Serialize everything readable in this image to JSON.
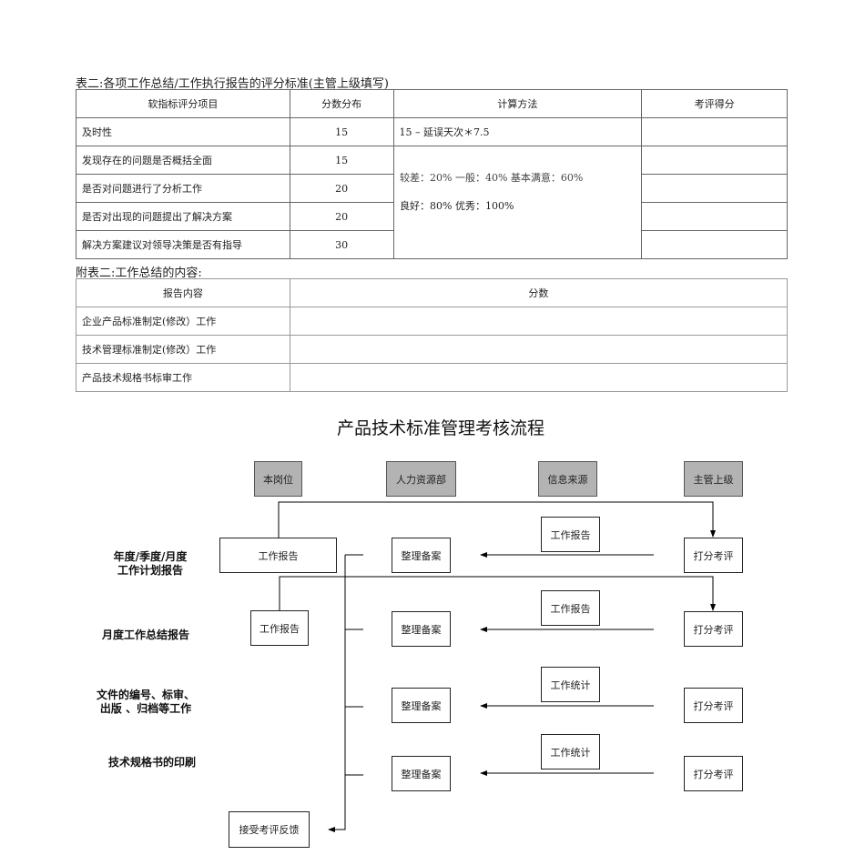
{
  "table1": {
    "caption": "表二:各项工作总结/工作执行报告的评分标准(主管上级填写)",
    "headers": [
      "软指标评分项目",
      "分数分布",
      "计算方法",
      "考评得分"
    ],
    "rows": [
      [
        "及时性",
        "15",
        "15 – 延误天次＊7.5",
        ""
      ],
      [
        "发现存在的问题是否概括全面",
        "15",
        "",
        ""
      ],
      [
        "是否对问题进行了分析工作",
        "20",
        "",
        ""
      ],
      [
        "是否对出现的问题提出了解决方案",
        "20",
        "",
        ""
      ],
      [
        "解决方案建议对领导决策是否有指导",
        "30",
        "",
        ""
      ]
    ],
    "method_line1": "较差：20%  一般：40%  基本满意：60%",
    "method_line2": "良好：80%  优秀：100%"
  },
  "table2": {
    "caption": "附表二:工作总结的内容:",
    "headers": [
      "报告内容",
      "分数"
    ],
    "rows": [
      "企业产品标准制定(修改）工作",
      "技术管理标准制定(修改）工作",
      "产品技术规格书标审工作"
    ]
  },
  "flow": {
    "title": "产品技术标准管理考核流程",
    "lanes": [
      "本岗位",
      "人力资源部",
      "信息来源",
      "主管上级"
    ],
    "rows": [
      {
        "label": "年度/季度/月度\n工作计划报告",
        "source": "工作报告",
        "archive": "整理备案",
        "info": "工作报告",
        "review": "打分考评"
      },
      {
        "label": "月度工作总结报告",
        "source": "工作报告",
        "archive": "整理备案",
        "info": "工作报告",
        "review": "打分考评"
      },
      {
        "label": "文件的编号、标审、\n出版 、归档等工作",
        "archive": "整理备案",
        "info": "工作统计",
        "review": "打分考评"
      },
      {
        "label": "技术规格书的印刷",
        "archive": "整理备案",
        "info": "工作统计",
        "review": "打分考评"
      }
    ],
    "feedback": "接受考评反馈"
  }
}
